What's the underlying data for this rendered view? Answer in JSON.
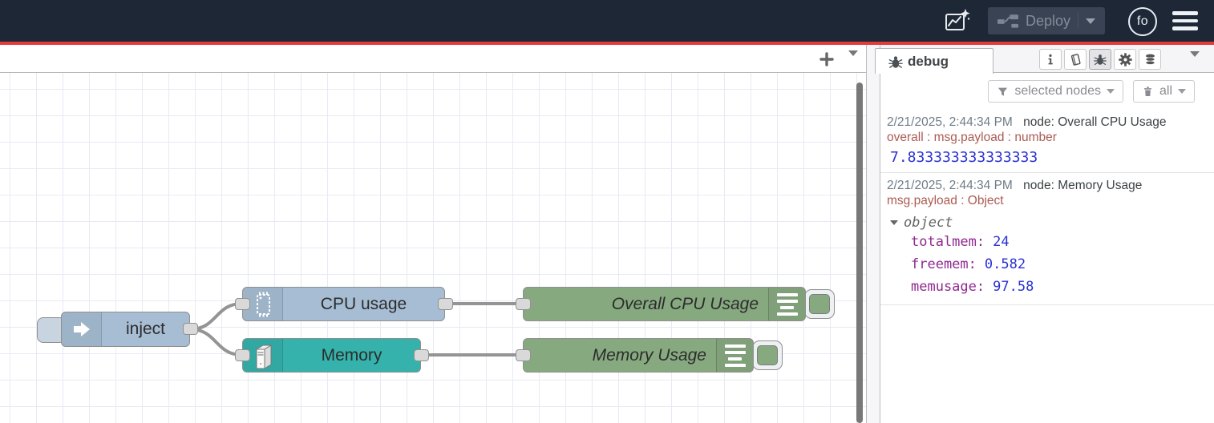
{
  "header": {
    "deploy": {
      "label": "Deploy"
    },
    "user_initials": "fo"
  },
  "sidebar": {
    "active_tab": "debug",
    "filter_label": "selected nodes",
    "clear_label": "all"
  },
  "flow": {
    "nodes": [
      {
        "label": "inject",
        "color": "#a6bdd3",
        "icon": "inject-arrow-icon"
      },
      {
        "label": "CPU usage",
        "color": "#a6bdd3",
        "icon": "cpu-chip-icon"
      },
      {
        "label": "Memory",
        "color": "#35b2ab",
        "icon": "computer-tower-icon"
      },
      {
        "label": "Overall CPU Usage",
        "color": "#87a980",
        "icon": "debug-lines-icon"
      },
      {
        "label": "Memory Usage",
        "color": "#87a980",
        "icon": "debug-lines-icon"
      }
    ]
  },
  "debug_messages": [
    {
      "timestamp": "2/21/2025, 2:44:34 PM",
      "source": "node: Overall CPU Usage",
      "path": "overall : msg.payload : number",
      "value": "7.833333333333333"
    },
    {
      "timestamp": "2/21/2025, 2:44:34 PM",
      "source": "node: Memory Usage",
      "path": "msg.payload : Object",
      "object_label": "object",
      "properties": [
        {
          "key": "totalmem",
          "value": "24"
        },
        {
          "key": "freemem",
          "value": "0.582"
        },
        {
          "key": "memusage",
          "value": "97.58"
        }
      ]
    }
  ],
  "colors": {
    "header_bg": "#1d2736",
    "accent_red": "#e23d3d",
    "node_blue": "#a6bdd3",
    "node_teal": "#35b2ab",
    "node_green": "#87a980",
    "wire_gray": "#949494",
    "value_blue": "#2b32d2",
    "key_purple": "#8f2a90",
    "path_red": "#ac5a52"
  }
}
